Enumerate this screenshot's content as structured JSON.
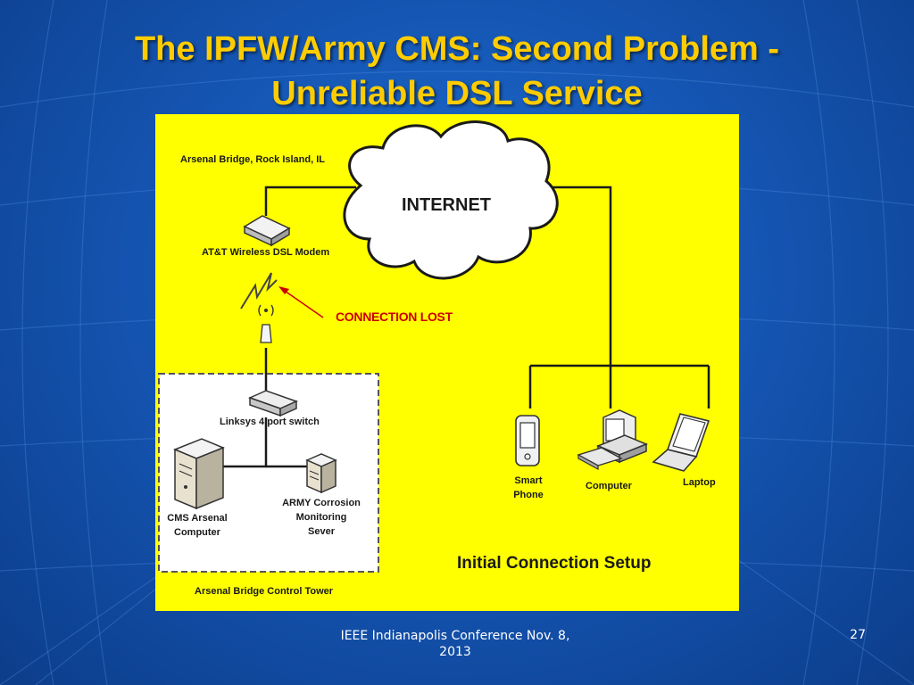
{
  "slide": {
    "title_line1": "The IPFW/Army CMS: Second Problem -",
    "title_line2": "Unreliable DSL Service",
    "footer_line1": "IEEE Indianapolis Conference Nov. 8,",
    "footer_line2": "2013",
    "page_number": "27"
  },
  "diagram": {
    "location_top": "Arsenal Bridge, Rock Island, IL",
    "cloud_label": "INTERNET",
    "modem_label": "AT&T Wireless DSL Modem",
    "connection_lost": "CONNECTION LOST",
    "switch_label": "Linksys 4 port switch",
    "cms_line1": "CMS Arsenal",
    "cms_line2": "Computer",
    "army_line1": "ARMY Corrosion",
    "army_line2": "Monitoring",
    "army_line3": "Sever",
    "phone_line1": "Smart",
    "phone_line2": "Phone",
    "computer_label": "Computer",
    "laptop_label": "Laptop",
    "setup_label": "Initial Connection Setup",
    "tower_label": "Arsenal Bridge Control Tower"
  },
  "colors": {
    "background": "#1556b4",
    "title": "#ffcc00",
    "panel": "#ffff00",
    "connection_lost": "#cc0000"
  }
}
